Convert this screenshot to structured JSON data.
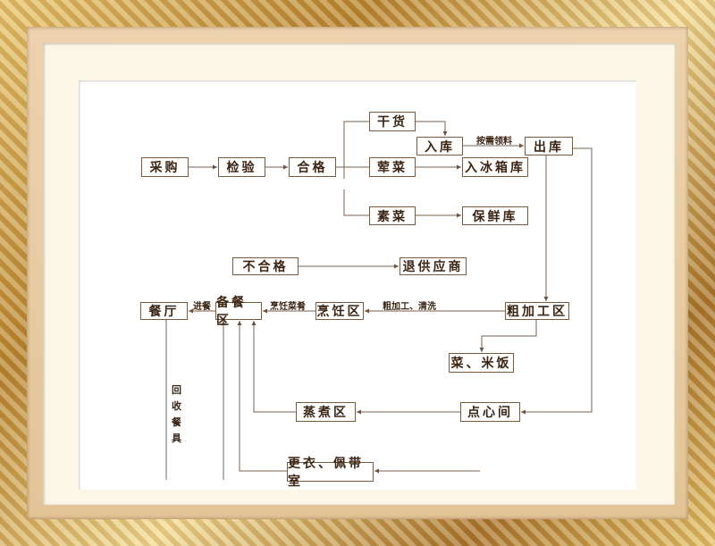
{
  "nodes": {
    "purchase": "采购",
    "inspect": "检验",
    "qualified": "合格",
    "dry_goods": "干货",
    "store_in": "入库",
    "store_out": "出库",
    "meat": "荤菜",
    "fridge": "入冰箱库",
    "veg": "素菜",
    "fresh_store": "保鲜库",
    "unqualified": "不合格",
    "return_supplier": "退供应商",
    "restaurant": "餐厅",
    "prep_area": "备餐区",
    "cook_area": "烹饪区",
    "rough_area": "粗加工区",
    "dish_rice": "菜、米饭",
    "steam_area": "蒸煮区",
    "pastry_room": "点心间",
    "changing_room": "更衣、佩带室"
  },
  "edge_labels": {
    "on_demand": "按需领料",
    "rough_wash": "粗加工、清洗",
    "cook_dishes": "烹饪菜肴",
    "dine": "进餐",
    "recycle_tableware": "回收餐具"
  }
}
